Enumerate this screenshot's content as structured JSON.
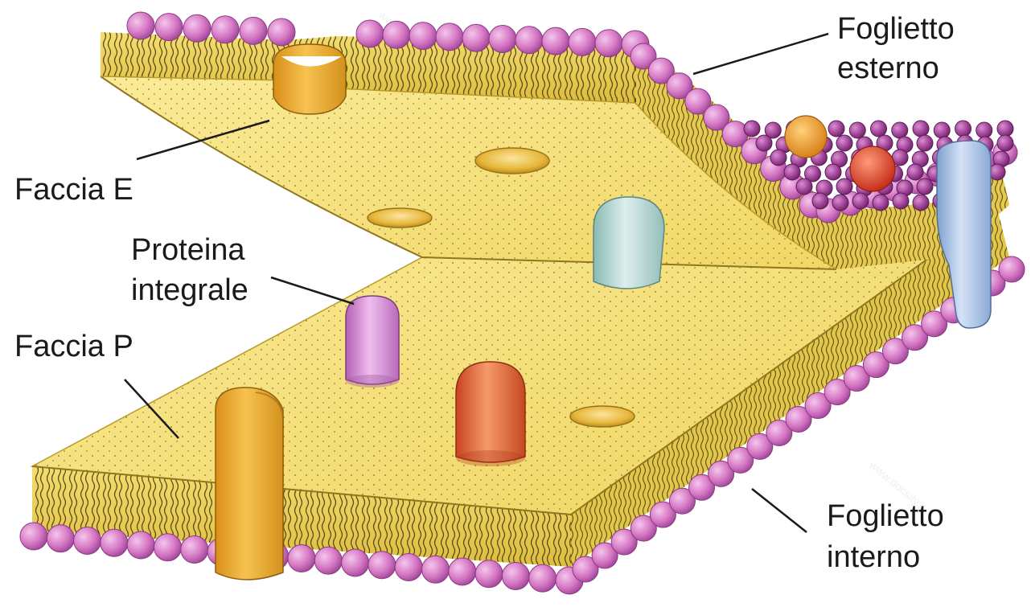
{
  "labels": {
    "foglietto_esterno_1": "Foglietto",
    "foglietto_esterno_2": "esterno",
    "faccia_e": "Faccia E",
    "proteina_integrale_1": "Proteina",
    "proteina_integrale_2": "integrale",
    "faccia_p": "Faccia P",
    "foglietto_interno_1": "Foglietto",
    "foglietto_interno_2": "interno"
  },
  "colors": {
    "membrane_face": "#f6e27a",
    "membrane_side": "#e9cf55",
    "phospholipid_head": "#d678c4",
    "phospholipid_head_dark": "#9c3d8f",
    "protein_orange": "#f0b43a",
    "protein_blue_green": "#b9d8d4",
    "protein_blue": "#aac4e6",
    "protein_pink": "#d893d6",
    "protein_red": "#e3653f"
  }
}
